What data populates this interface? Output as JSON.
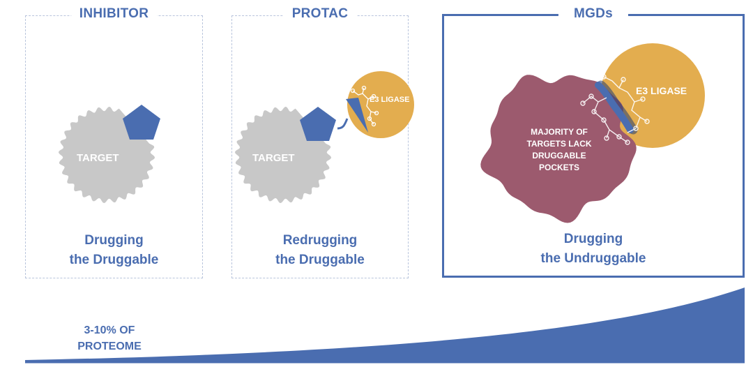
{
  "panels": {
    "inhibitor": {
      "title": "INHIBITOR",
      "target_label": "TARGET",
      "caption_line1": "Drugging",
      "caption_line2": "the Druggable"
    },
    "protac": {
      "title": "PROTAC",
      "target_label": "TARGET",
      "ligase_label": "E3 LIGASE",
      "caption_line1": "Redrugging",
      "caption_line2": "the Druggable"
    },
    "mgds": {
      "title": "MGDs",
      "target_label_lines": [
        "MAJORITY OF",
        "TARGETS LACK",
        "DRUGGABLE",
        "POCKETS"
      ],
      "ligase_label": "E3 LIGASE",
      "caption_line1": "Drugging",
      "caption_line2": "the Undruggable"
    }
  },
  "proteome": {
    "line1": "3-10% OF",
    "line2": "PROTEOME"
  },
  "colors": {
    "accent_blue": "#4a6db0",
    "target_gray": "#c8c8c8",
    "ligase_gold": "#e3ad4f",
    "undruggable_target": "#9c5a6e"
  }
}
